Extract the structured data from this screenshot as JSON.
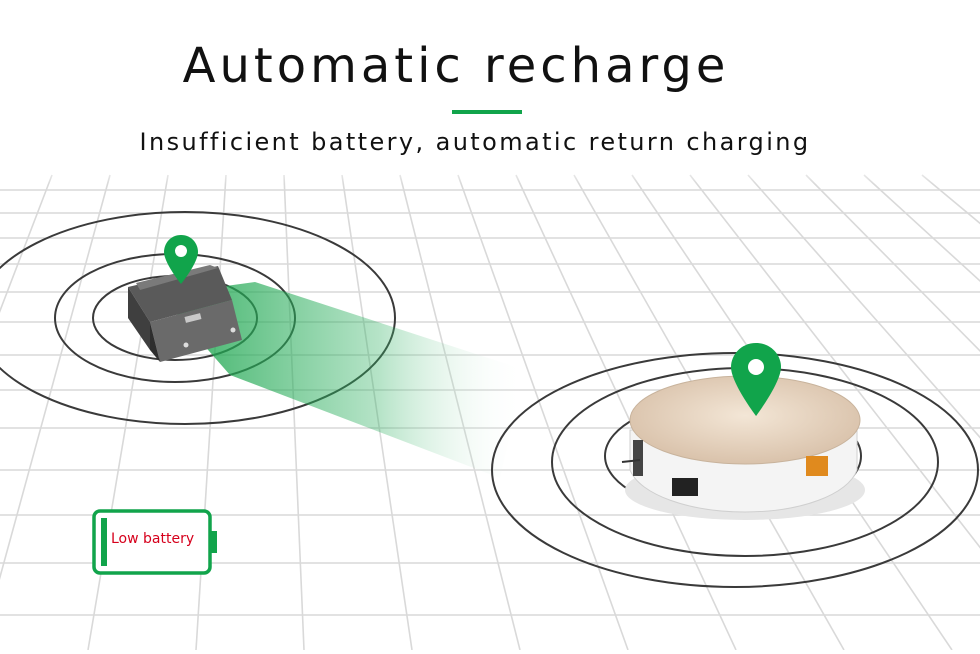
{
  "header": {
    "title": "Automatic recharge",
    "subtitle": "Insufficient battery, automatic return charging"
  },
  "battery": {
    "label": "Low battery"
  },
  "colors": {
    "accent": "#11a44b",
    "warning": "#d6001c",
    "grid": "#d9d9d9",
    "ring": "#3a3a3a"
  },
  "icons": {
    "dock_marker": "location-pin-icon",
    "robot_marker": "location-pin-icon",
    "battery": "battery-icon"
  }
}
